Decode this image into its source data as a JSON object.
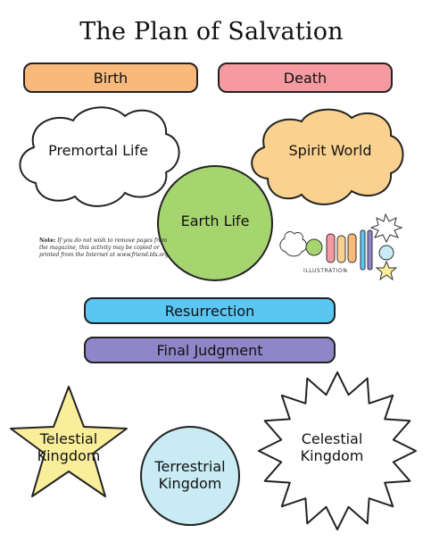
{
  "title": "The Plan of Salvation",
  "top_row": {
    "birth": "Birth",
    "death": "Death"
  },
  "clouds": {
    "premortal": "Premortal Life",
    "spirit_world": "Spirit World"
  },
  "earth_life": "Earth Life",
  "note": {
    "prefix": "Note:",
    "text": "If you do not wish to remove pages from the magazine, this activity may be copied or printed from the Internet at www.friend.lds.org."
  },
  "illustration_caption": "ILLUSTRATION",
  "bars": {
    "resurrection": "Resurrection",
    "final_judgment": "Final Judgment"
  },
  "kingdoms": {
    "telestial": [
      "Telestial",
      "Kingdom"
    ],
    "terrestrial": [
      "Terrestrial",
      "Kingdom"
    ],
    "celestial": [
      "Celestial",
      "Kingdom"
    ]
  },
  "colors": {
    "birth": "#f9b97a",
    "death": "#f59aa0",
    "spirit_world": "#fbd18f",
    "earth_life": "#a6d46e",
    "resurrection": "#5bc6f2",
    "final_judgment": "#8f86c7",
    "telestial": "#fbee9a",
    "terrestrial": "#c8ebf4"
  }
}
